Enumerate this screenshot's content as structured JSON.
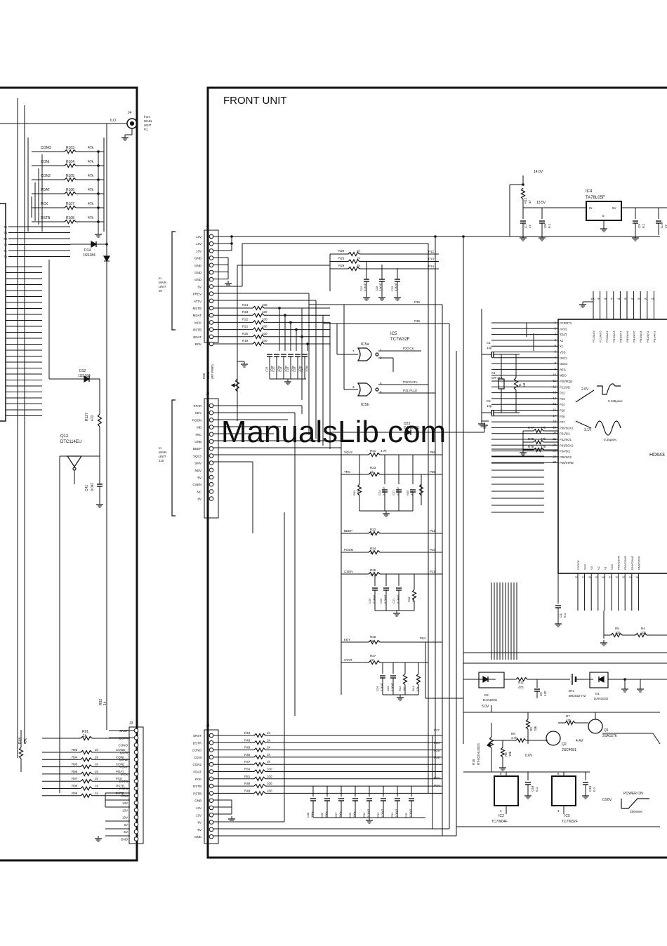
{
  "diagram": {
    "title": "FRONT UNIT",
    "watermark": "ManualsLib.com",
    "left_panel": {
      "jack": {
        "ref": "J4",
        "label": "from MAIN UNIT P1",
        "net": "ILO"
      },
      "resistors": [
        {
          "net": "CONO",
          "ref": "R103",
          "value": "47k"
        },
        {
          "net": "CONI",
          "ref": "R104",
          "value": "47k"
        },
        {
          "net": "CON2",
          "ref": "R105",
          "value": "47k"
        },
        {
          "net": "PDAT",
          "ref": "R106",
          "value": "47k"
        },
        {
          "net": "PCK",
          "ref": "R107",
          "value": "47k"
        },
        {
          "net": "DSTB",
          "ref": "R108",
          "value": "47k"
        }
      ],
      "diode_d14": {
        "ref": "D14",
        "part": "1SS184"
      },
      "diode_d12": {
        "ref": "D12",
        "part": "1SS184"
      },
      "r127": {
        "ref": "R127",
        "value": "470"
      },
      "q12": {
        "ref": "Q12",
        "part": "DTC114EU"
      },
      "c41": {
        "ref": "C41",
        "value": "0.047"
      },
      "r92": {
        "ref": "R92",
        "value": "1k"
      },
      "r91": {
        "ref": "R91",
        "value": "1k"
      },
      "r44": {
        "ref": "R44",
        "value": "47k"
      },
      "ic_pins": [
        "75",
        "74",
        "73",
        "72",
        "71",
        "70"
      ],
      "bottom_resistors": [
        {
          "ref": "R93",
          "value": "1k",
          "net": "CONO"
        },
        {
          "ref": "R94",
          "value": "1k",
          "net": "CONI"
        },
        {
          "ref": "R95",
          "value": "1k",
          "net": "CON2"
        },
        {
          "ref": "R96",
          "value": "1k",
          "net": "PDAT"
        },
        {
          "ref": "R97",
          "value": "1k",
          "net": "PCK"
        },
        {
          "ref": "R98",
          "value": "1k",
          "net": "DSTB"
        },
        {
          "ref": "R99",
          "value": "1k",
          "net": "PSTB"
        }
      ],
      "j3": {
        "ref": "J3",
        "pins": [
          "SRST",
          "DSTR",
          "CONO",
          "CONI",
          "CON2",
          "PDAT",
          "PCK",
          "DSTB",
          "PSTB",
          "GNB",
          "13V",
          "13V",
          "13V",
          "8V",
          "-5V",
          "GND"
        ]
      }
    },
    "front_unit": {
      "j9": {
        "ref": "J1",
        "to": "to MAIN UNIT J9",
        "pins": [
          "13V",
          "13V",
          "13V",
          "GND",
          "GND",
          "GND",
          "GND",
          "5V",
          "PREV",
          "ATTV",
          "MSTB",
          "MDAT",
          "MCK",
          "BSTB",
          "BDAT",
          "BCK"
        ]
      },
      "j10": {
        "ref": "J2",
        "to": "to MAIN UNIT J10",
        "pins": [
          "STAR",
          "KEY",
          "PODN",
          "MD",
          "TRC",
          "GNB",
          "BEEP",
          "SQLS",
          "SMV",
          "NBV",
          "-5V",
          "CSEN",
          "NC",
          "8V"
        ]
      },
      "j3": {
        "ref": "J3",
        "pins": [
          "SRST",
          "DSTR",
          "CONO",
          "CONI",
          "CON2",
          "PDAT",
          "PCK",
          "DSTB",
          "PSTB",
          "GNB",
          "13V",
          "13V",
          "8V",
          "-5V",
          "GND"
        ]
      },
      "series_r_top": [
        {
          "ref": "R24",
          "value": "100"
        },
        {
          "ref": "R23",
          "value": "100"
        },
        {
          "ref": "R22",
          "value": "100"
        },
        {
          "ref": "R21",
          "value": "100"
        },
        {
          "ref": "R20",
          "value": "100"
        },
        {
          "ref": "R19",
          "value": "100"
        }
      ],
      "caps_top": [
        {
          "ref": "C19",
          "value": "100p"
        },
        {
          "ref": "C20",
          "value": "100p"
        },
        {
          "ref": "C14",
          "value": "100p"
        },
        {
          "ref": "C15",
          "value": "100p"
        },
        {
          "ref": "C16",
          "value": "100p"
        },
        {
          "ref": "C17",
          "value": "100p"
        }
      ],
      "pi_resistors": [
        {
          "ref": "R26",
          "value": "1k",
          "net": "P12"
        },
        {
          "ref": "R25",
          "value": "1k",
          "net": "P13"
        },
        {
          "ref": "R29",
          "value": "1k",
          "net": "P14"
        }
      ],
      "pi_caps": [
        {
          "ref": "C22",
          "value": "0.0047"
        },
        {
          "ref": "C18",
          "value": "0.0047"
        },
        {
          "ref": "C19",
          "value": "0.0047"
        }
      ],
      "nets": [
        "P36",
        "P35",
        "P30 CK",
        "P32 DATA",
        "P31 PLLE"
      ],
      "ic5": {
        "ref": "IC5",
        "part": "TC7W32F",
        "gate_a": "IC5a",
        "gate_b": "IC5b"
      },
      "r60": {
        "ref": "R60",
        "value": "10kB",
        "note": "(RF PWR)"
      },
      "d23": {
        "ref": "D23",
        "part": "DAN202U"
      },
      "mid_block": [
        {
          "net": "SQLS",
          "ref": "R31",
          "value": "4.7k",
          "pin": "P86"
        },
        {
          "net": "TRC",
          "ref": "R33",
          "value": "1k",
          "pin": "P85"
        },
        {
          "ref": "R94",
          "value": "4.7k"
        },
        {
          "ref": "C24",
          "value": "0.0047"
        },
        {
          "ref": "C27",
          "value": "0.0047"
        },
        {
          "ref": "R35",
          "value": "47k"
        }
      ],
      "ctrl_block": [
        {
          "net": "BEEP",
          "ref": "R32",
          "value": "1k",
          "pin": "P11"
        },
        {
          "net": "PODN",
          "ref": "R34",
          "value": "1k",
          "pin": "P10"
        },
        {
          "net": "CSEN",
          "ref": "R28",
          "value": "1k",
          "pin": "P15"
        },
        {
          "ref": "C25",
          "value": "0.0047"
        },
        {
          "ref": "C26",
          "value": "0.0047"
        },
        {
          "ref": "C21",
          "value": "0.0047"
        },
        {
          "ref": "R58",
          "value": "47k"
        }
      ],
      "key_block": [
        {
          "net": "KEY",
          "ref": "R36",
          "value": "1k",
          "pin": "P84"
        },
        {
          "net": "STAR",
          "ref": "R37",
          "value": "47"
        },
        {
          "ref": "C29",
          "value": "0.0047"
        },
        {
          "ref": "C30",
          "value": "0.0047"
        },
        {
          "ref": "R42",
          "value": "1M"
        },
        {
          "ref": "R41",
          "value": "47k"
        }
      ],
      "j3_resistors": [
        {
          "ref": "R44",
          "value": "1k"
        },
        {
          "ref": "R43",
          "value": "1k"
        },
        {
          "ref": "R45",
          "value": "1k"
        },
        {
          "ref": "R46",
          "value": "1k"
        },
        {
          "ref": "R47",
          "value": "1k"
        },
        {
          "ref": "R50",
          "value": "100"
        },
        {
          "ref": "R51",
          "value": "100"
        },
        {
          "ref": "R48",
          "value": "100"
        },
        {
          "ref": "R49",
          "value": "100"
        }
      ],
      "j3_nets": [
        "P27",
        "P24",
        "P25",
        "P26",
        "P33",
        "P34"
      ],
      "bottom_caps": [
        {
          "ref": "C38",
          "value": "100p"
        },
        {
          "ref": "C39",
          "value": "100p"
        },
        {
          "ref": "C37",
          "value": "100p"
        },
        {
          "ref": "C36",
          "value": "100p"
        },
        {
          "ref": "C34",
          "value": "0.0047"
        },
        {
          "ref": "C33",
          "value": "0.0047"
        },
        {
          "ref": "C31",
          "value": "0.0047"
        },
        {
          "ref": "C32",
          "value": "0.0047"
        }
      ],
      "power": {
        "v14": "14.0V",
        "v135": "13.5V",
        "r12": {
          "ref": "R12",
          "value": "47"
        },
        "c7": {
          "ref": "C7",
          "value": "47"
        },
        "c8": {
          "ref": "C8",
          "value": "0.1"
        },
        "ic4": {
          "ref": "IC4",
          "part": "TA78L05F",
          "in": "IN",
          "out": "5V",
          "gnd": "E"
        },
        "c9": {
          "ref": "C9",
          "value": "0.1"
        },
        "c10": {
          "ref": "C10",
          "value": "47"
        }
      },
      "cpu": {
        "ref": "HD643",
        "top_pins": [
          "100",
          "99",
          "98",
          "97",
          "96",
          "95",
          "94",
          "93",
          "92",
          "91"
        ],
        "top_labels": [
          "PC2/AN6",
          "PC1/AN5",
          "PC0/AN4",
          "PB7/AN3",
          "PB6/AN7",
          "PB5/AN6",
          "PB4/AN5",
          "PB3/AN4",
          "PB2/AN2",
          "PB1/AN1"
        ],
        "left_pins": [
          {
            "n": "1",
            "label": "PC3/RTV"
          },
          {
            "n": "2",
            "label": "AVSS"
          },
          {
            "n": "3",
            "label": "TEST"
          },
          {
            "n": "4",
            "label": "X2"
          },
          {
            "n": "5",
            "label": "X1"
          },
          {
            "n": "6",
            "label": "VSS"
          },
          {
            "n": "7",
            "label": "OSC1"
          },
          {
            "n": "8",
            "label": "OSC2"
          },
          {
            "n": "9",
            "label": "RES"
          },
          {
            "n": "10",
            "label": "MDO"
          },
          {
            "n": "11",
            "label": "P20/IRQ4"
          },
          {
            "n": "12",
            "label": "P21/UD"
          },
          {
            "n": "13",
            "label": "P22"
          },
          {
            "n": "14",
            "label": "P23"
          },
          {
            "n": "15",
            "label": "P24"
          },
          {
            "n": "16",
            "label": "P25"
          },
          {
            "n": "17",
            "label": "P26"
          },
          {
            "n": "18",
            "label": "P27"
          },
          {
            "n": "19",
            "label": "P30/SCK1"
          },
          {
            "n": "20",
            "label": "P31/SI1"
          },
          {
            "n": "21",
            "label": "P32/SO1"
          },
          {
            "n": "22",
            "label": "P33/SCK2"
          },
          {
            "n": "23",
            "label": "P34/SI2"
          },
          {
            "n": "24",
            "label": "P35/SO2"
          },
          {
            "n": "25",
            "label": "P36/STRB"
          }
        ],
        "bottom_pins": [
          "26",
          "27",
          "28",
          "29",
          "30",
          "31",
          "32",
          "33",
          "34",
          "35"
        ],
        "bottom_labels": [
          "P37/CE",
          "SVS",
          "V3",
          "V2",
          "V1",
          "VCC",
          "PA3/COM4",
          "PA2/COM3",
          "PA1/COM2",
          "PA0/COM1"
        ]
      },
      "osc": {
        "c1": {
          "ref": "C1",
          "value": "12p"
        },
        "c2": {
          "ref": "C2",
          "value": "12p"
        },
        "x1": {
          "ref": "X1",
          "part": "CR-410"
        },
        "c3": {
          "ref": "C3",
          "value": "1M"
        },
        "r1": {
          "ref": "R1",
          "value": "1M"
        },
        "wave1_v": "2.0V",
        "wave1_t": "0.125μsec",
        "wave2_v": "3.1V",
        "wave2_t": "0.25μsec"
      },
      "r77": {
        "ref": "R77",
        "value": "47k"
      },
      "r78": {
        "ref": "R78",
        "value": "47k"
      },
      "r79": {
        "ref": "R79",
        "value": "47k"
      },
      "c4": {
        "ref": "C4",
        "value": "0.1"
      },
      "r5": {
        "ref": "R5",
        "value": "10k"
      },
      "r4": {
        "ref": "R4",
        "value": "10k"
      },
      "backup": {
        "d2": {
          "ref": "D2",
          "part": "DAN202U"
        },
        "r11": {
          "ref": "R11",
          "value": "470"
        },
        "c5": {
          "ref": "C5",
          "value": "470"
        },
        "bt1": {
          "ref": "BT1",
          "part": "BR2032-IT2"
        },
        "d1": {
          "ref": "D1",
          "part": "DAN202U"
        },
        "v5": "5.0V"
      },
      "reset": {
        "r10": {
          "ref": "R10",
          "part": "RT-022NL502S"
        },
        "r8": {
          "ref": "R8",
          "value": "4.7k"
        },
        "r9": {
          "ref": "R9",
          "value": "10k"
        },
        "r6": {
          "ref": "R6",
          "value": "10k"
        },
        "r7": {
          "ref": "R7",
          "value": "47k"
        },
        "q1": {
          "ref": "Q1",
          "part": "2SA1576"
        },
        "q2": {
          "ref": "Q2",
          "part": "2SC4081"
        },
        "v44": "4.4V",
        "v06": "0.6V",
        "ic2": {
          "ref": "IC2",
          "part": "TC7W04F"
        },
        "ic5": {
          "ref": "IC5",
          "part": "TC7W32F"
        },
        "c48": {
          "ref": "C48",
          "value": "0.1"
        },
        "c49": {
          "ref": "C49",
          "value": "0.1"
        },
        "power_on": "POWER ON",
        "v056": "0.56V",
        "t250": "250msec"
      }
    }
  }
}
